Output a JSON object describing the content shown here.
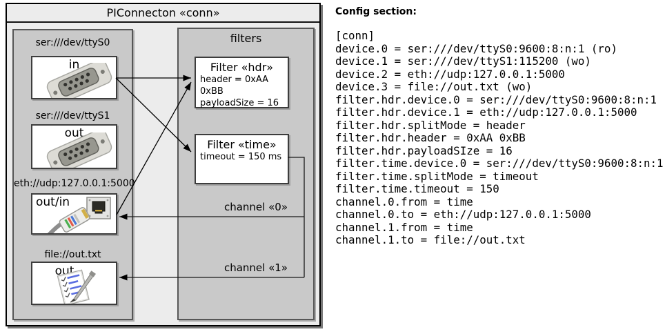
{
  "diagram": {
    "title": "PIConnecton «conn»",
    "devices": [
      {
        "label": "ser:///dev/ttyS0",
        "direction": "in",
        "icon": "serial-connector"
      },
      {
        "label": "ser:///dev/ttyS1",
        "direction": "out",
        "icon": "serial-connector"
      },
      {
        "label": "eth://udp:127.0.0.1:5000",
        "direction": "out/in",
        "icon": "ethernet-jack-and-rj45-plug"
      },
      {
        "label": "file://out.txt",
        "direction": "out",
        "icon": "notepad-with-pen"
      }
    ],
    "filters_panel": {
      "title": "filters"
    },
    "filters": [
      {
        "title": "Filter «hdr»",
        "properties": [
          "header = 0xAA 0xBB",
          "payloadSize = 16"
        ]
      },
      {
        "title": "Filter «time»",
        "properties": [
          "timeout = 150 ms"
        ]
      }
    ],
    "channels": [
      {
        "label": "channel «0»"
      },
      {
        "label": "channel «1»"
      }
    ]
  },
  "config": {
    "heading": "Config section:",
    "lines": [
      "[conn]",
      "device.0 = ser:///dev/ttyS0:9600:8:n:1 (ro)",
      "device.1 = ser:///dev/ttyS1:115200 (wo)",
      "device.2 = eth://udp:127.0.0.1:5000",
      "device.3 = file://out.txt (wo)",
      "filter.hdr.device.0 = ser:///dev/ttyS0:9600:8:n:1",
      "filter.hdr.device.1 = eth://udp:127.0.0.1:5000",
      "filter.hdr.splitMode = header",
      "filter.hdr.header = 0xAA 0xBB",
      "filter.hdr.payloadSIze = 16",
      "filter.time.device.0 = ser:///dev/ttyS0:9600:8:n:1",
      "filter.time.splitMode = timeout",
      "filter.time.timeout = 150",
      "channel.0.from = time",
      "channel.0.to = eth://udp:127.0.0.1:5000",
      "channel.1.from = time",
      "channel.1.to = file://out.txt"
    ]
  },
  "colors": {
    "outer_background": "#ececec",
    "panel_background": "#c9c9c9",
    "box_background": "#ffffff",
    "line": "#000000"
  }
}
